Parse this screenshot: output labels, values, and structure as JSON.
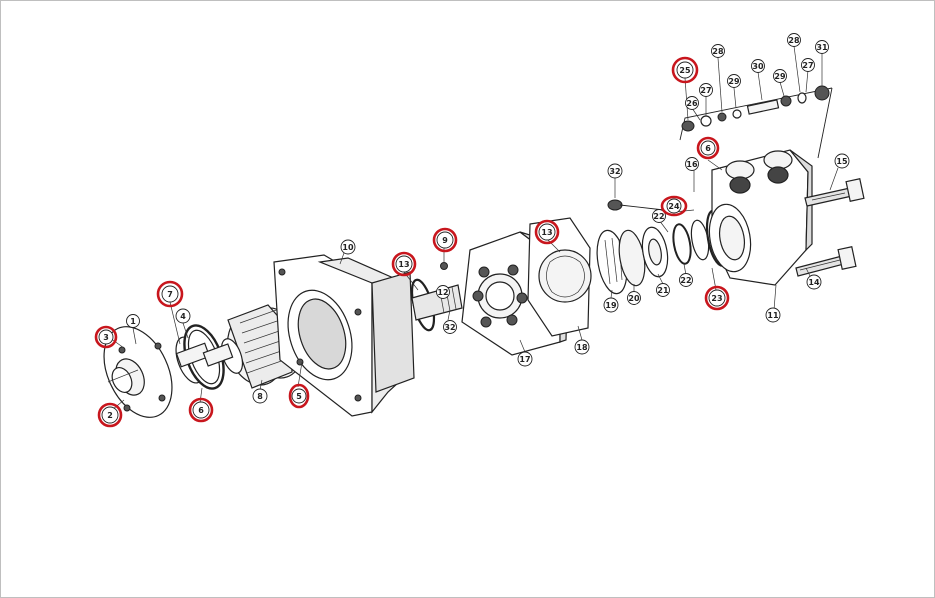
{
  "colors": {
    "highlight": "#c8161d",
    "ink": "#222222",
    "background": "#ffffff"
  },
  "callouts": [
    {
      "id": "c1",
      "text": "1",
      "highlighted": false
    },
    {
      "id": "c2",
      "text": "2",
      "highlighted": true
    },
    {
      "id": "c3",
      "text": "3",
      "highlighted": true
    },
    {
      "id": "c4",
      "text": "4",
      "highlighted": false
    },
    {
      "id": "c5",
      "text": "5",
      "highlighted": true
    },
    {
      "id": "c6",
      "text": "6",
      "highlighted": true
    },
    {
      "id": "c6b",
      "text": "6",
      "highlighted": true
    },
    {
      "id": "c7",
      "text": "7",
      "highlighted": true
    },
    {
      "id": "c8",
      "text": "8",
      "highlighted": false
    },
    {
      "id": "c9",
      "text": "9",
      "highlighted": true
    },
    {
      "id": "c10",
      "text": "10",
      "highlighted": false
    },
    {
      "id": "c11",
      "text": "11",
      "highlighted": false
    },
    {
      "id": "c12",
      "text": "12",
      "highlighted": false
    },
    {
      "id": "c13",
      "text": "13",
      "highlighted": true
    },
    {
      "id": "c13b",
      "text": "13",
      "highlighted": true
    },
    {
      "id": "c14",
      "text": "14",
      "highlighted": false
    },
    {
      "id": "c15",
      "text": "15",
      "highlighted": false
    },
    {
      "id": "c16",
      "text": "16",
      "highlighted": false
    },
    {
      "id": "c17",
      "text": "17",
      "highlighted": false
    },
    {
      "id": "c18",
      "text": "18",
      "highlighted": false
    },
    {
      "id": "c19",
      "text": "19",
      "highlighted": false
    },
    {
      "id": "c20",
      "text": "20",
      "highlighted": false
    },
    {
      "id": "c21",
      "text": "21",
      "highlighted": false
    },
    {
      "id": "c22",
      "text": "22",
      "highlighted": false
    },
    {
      "id": "c22b",
      "text": "22",
      "highlighted": false
    },
    {
      "id": "c23",
      "text": "23",
      "highlighted": true
    },
    {
      "id": "c24",
      "text": "24",
      "highlighted": true
    },
    {
      "id": "c25",
      "text": "25",
      "highlighted": true
    },
    {
      "id": "c26",
      "text": "26",
      "highlighted": false
    },
    {
      "id": "c27",
      "text": "27",
      "highlighted": false
    },
    {
      "id": "c27b",
      "text": "27",
      "highlighted": false
    },
    {
      "id": "c28",
      "text": "28",
      "highlighted": false
    },
    {
      "id": "c28b",
      "text": "28",
      "highlighted": false
    },
    {
      "id": "c29",
      "text": "29",
      "highlighted": false
    },
    {
      "id": "c29b",
      "text": "29",
      "highlighted": false
    },
    {
      "id": "c30",
      "text": "30",
      "highlighted": false
    },
    {
      "id": "c31",
      "text": "31",
      "highlighted": false
    },
    {
      "id": "c32",
      "text": "32",
      "highlighted": false
    },
    {
      "id": "c32b",
      "text": "32",
      "highlighted": false
    }
  ]
}
